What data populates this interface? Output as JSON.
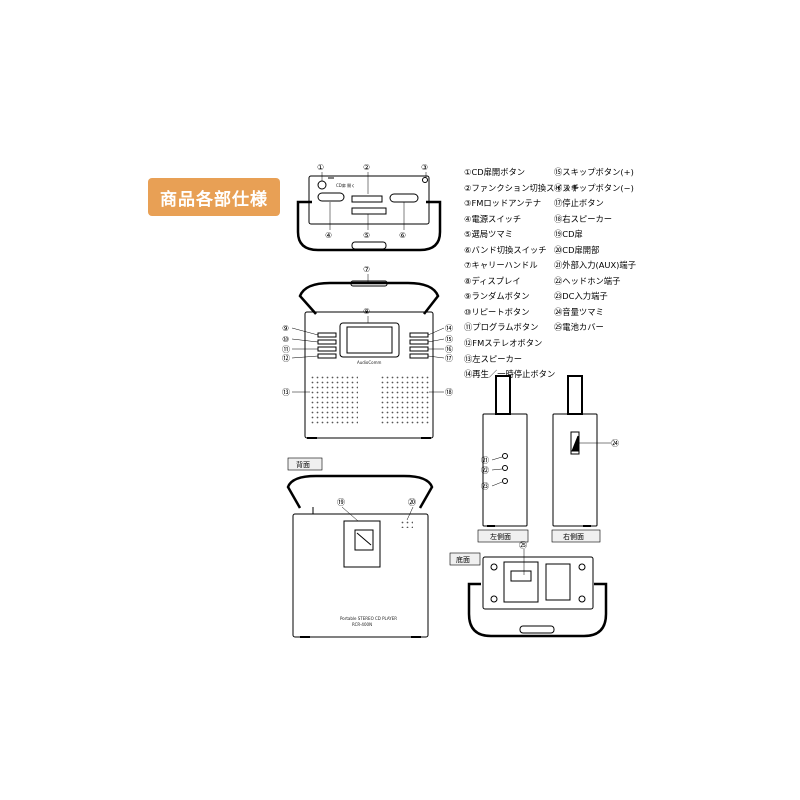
{
  "banner": {
    "title": "商品各部仕様"
  },
  "parts_col1": [
    "①CD扉開ボタン",
    "②ファンクション切換スイッチ",
    "③FMロッドアンテナ",
    "④電源スイッチ",
    "⑤選局ツマミ",
    "⑥バンド切換スイッチ",
    "⑦キャリーハンドル",
    "⑧ディスプレイ",
    "⑨ランダムボタン",
    "⑩リピートボタン",
    "⑪プログラムボタン",
    "⑫FMステレオボタン",
    "⑬左スピーカー",
    "⑭再生／一時停止ボタン"
  ],
  "parts_col2": [
    "⑮スキップボタン(+)",
    "⑯スキップボタン(−)",
    "⑰停止ボタン",
    "⑱右スピーカー",
    "⑲CD扉",
    "⑳CD扉開部",
    "㉑外部入力(AUX)端子",
    "㉒ヘッドホン端子",
    "㉓DC入力端子",
    "㉔音量ツマミ",
    "㉕電池カバー"
  ],
  "callouts": {
    "c1": "①",
    "c2": "②",
    "c3": "③",
    "c4": "④",
    "c5": "⑤",
    "c6": "⑥",
    "c7": "⑦",
    "c8": "⑧",
    "c9": "⑨",
    "c10": "⑩",
    "c11": "⑪",
    "c12": "⑫",
    "c13": "⑬",
    "c14": "⑭",
    "c15": "⑮",
    "c16": "⑯",
    "c17": "⑰",
    "c18": "⑱",
    "c19": "⑲",
    "c20": "⑳",
    "c21": "㉑",
    "c22": "㉒",
    "c23": "㉓",
    "c24": "㉔",
    "c25": "㉕"
  },
  "view_labels": {
    "back": "背面",
    "left_side": "左側面",
    "right_side": "右側面",
    "bottom": "底面"
  },
  "device": {
    "brand": "AudioComm",
    "back_label_line1": "Portable STEREO CD PLAYER",
    "back_label_line2": "RCR-400N"
  },
  "colors": {
    "banner": "#e8a055",
    "line": "#000000"
  }
}
